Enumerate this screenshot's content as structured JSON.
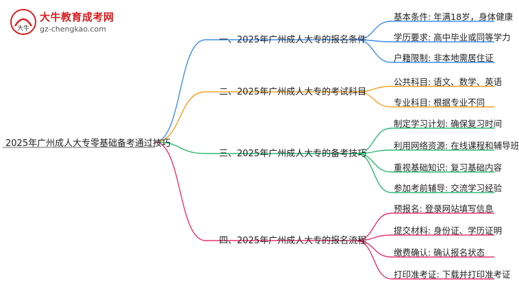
{
  "logo": {
    "name": "大牛教育成考网",
    "url": "gz-chengkao.com",
    "mark_glyph": "大牛"
  },
  "root": "2025年广州成人大专零基础备考通过技巧",
  "colors": {
    "branch1": "#3f8be6",
    "branch2": "#f0a01e",
    "branch3": "#2cb873",
    "branch4": "#e8306e",
    "root_line": "#999999"
  },
  "branches": [
    {
      "label": "一、2025年广州成人大专的报名条件",
      "leaves": [
        "基本条件: 年满18岁，身体健康",
        "学历要求: 高中毕业或同等学力",
        "户籍限制: 非本地需居住证"
      ]
    },
    {
      "label": "二、2025年广州成人大专的考试科目",
      "leaves": [
        "公共科目: 语文、数学、英语",
        "专业科目: 根据专业不同"
      ]
    },
    {
      "label": "三、2025年广州成人大专的备考技巧",
      "leaves": [
        "制定学习计划: 确保复习时间",
        "利用网络资源: 在线课程和辅导班",
        "重视基础知识: 复习基础内容",
        "参加考前辅导: 交流学习经验"
      ]
    },
    {
      "label": "四、2025年广州成人大专的报名流程",
      "leaves": [
        "预报名: 登录网站填写信息",
        "提交材料: 身份证、学历证明",
        "缴费确认: 确认报名状态",
        "打印准考证: 下载并打印准考证"
      ]
    }
  ]
}
